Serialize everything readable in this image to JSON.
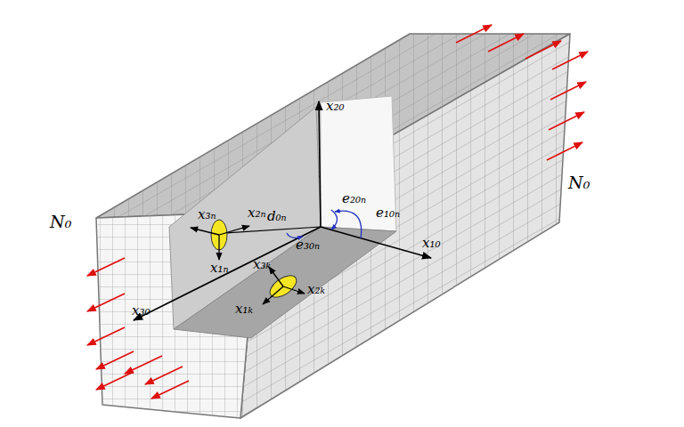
{
  "diagram": {
    "labels": [
      "x₂₀",
      "x₁₀",
      "x₃₀",
      "N₀",
      "N₀",
      "x₃ₙ",
      "x₂ₙ",
      "x₁ₙ",
      "e₂₀ₙ",
      "e₁₀ₙ",
      "e₃₀ₙ",
      "d₀ₙ",
      "x₃ₖ",
      "x₂ₖ",
      "x₁ₖ"
    ]
  }
}
